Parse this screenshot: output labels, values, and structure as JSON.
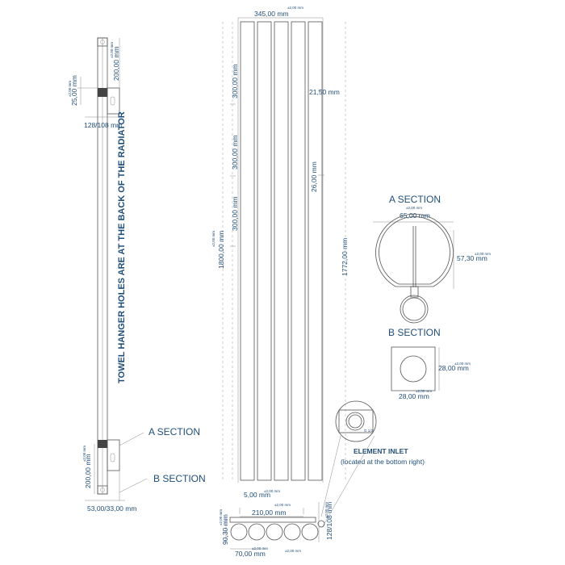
{
  "notes": {
    "towel_hanger": "TOWEL HANGER HOLES ARE AT THE BACK OF THE RADIATOR",
    "element_inlet": "ELEMENT INLET",
    "element_inlet_location": "(located at the bottom right)"
  },
  "section_labels": {
    "a_section": "A SECTION",
    "b_section": "B SECTION"
  },
  "tolerance": "±2,00 mm",
  "side_view": {
    "top_offset": "25,00 mm",
    "top_bracket": "200,00 mm",
    "bracket_depth_top": "128/108 mm",
    "bottom_bracket": "200,00 mm",
    "bottom_depth": "53,00/33,00 mm"
  },
  "front_view": {
    "width": "345,00 mm",
    "seg1": "300,00 mm",
    "seg2": "300,00 mm",
    "seg3": "300,00 mm",
    "total_height": "1800,00 mm",
    "inner_height": "1772,00 mm",
    "top_gap": "21,50 mm",
    "tube_gap": "26,00 mm",
    "bottom_gap": "5,00 mm"
  },
  "bottom_view": {
    "center": "210,00 mm",
    "height": "90,30 mm",
    "depth": "128/108 mm",
    "pitch": "70,00 mm"
  },
  "a_section": {
    "width": "65,00 mm",
    "height": "57,30 mm"
  },
  "b_section": {
    "height": "28,00 mm",
    "width": "28,00 mm"
  },
  "inlet_detail": {
    "label": "G 1/2"
  }
}
